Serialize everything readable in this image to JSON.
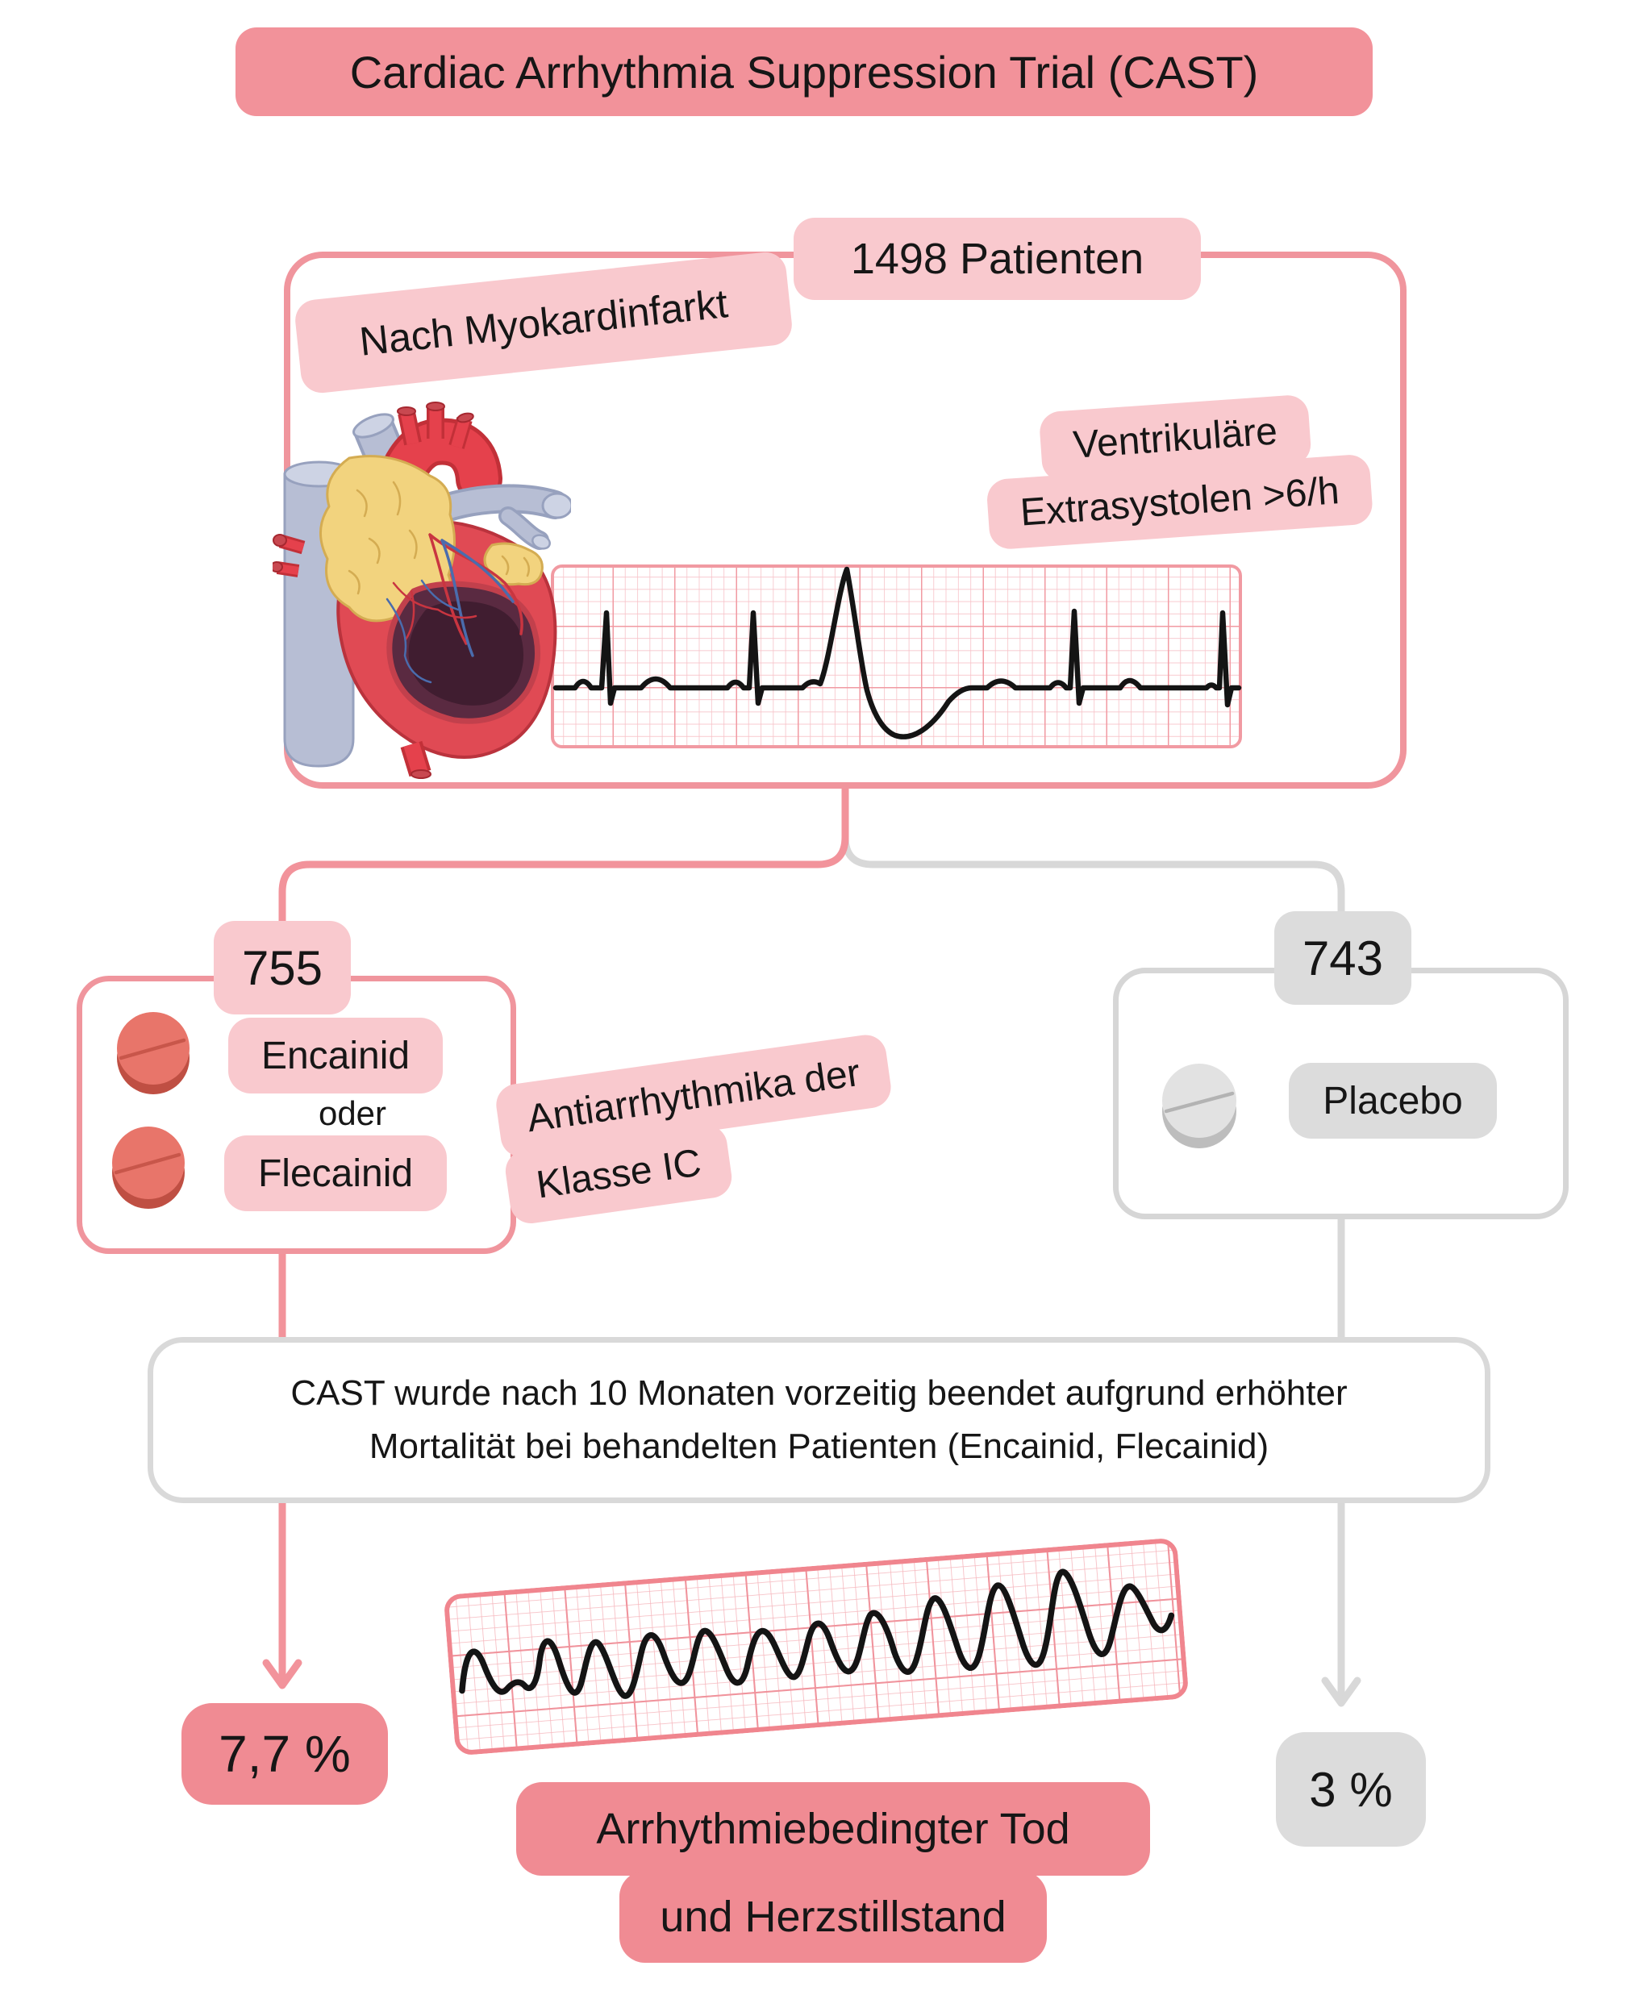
{
  "title": "Cardiac Arrhythmia Suppression Trial (CAST)",
  "colors": {
    "salmon": "#F2929A",
    "salmon_deep": "#F08B93",
    "pink_light": "#F9C9CE",
    "pink_border": "#F0959D",
    "pink_line": "#F2939B",
    "gray_badge": "#DCDCDC",
    "gray_line": "#D8D8D8",
    "ink": "#161616"
  },
  "enrollment": {
    "patients_badge": "1498 Patienten",
    "history_label": "Nach Myokardinfarkt",
    "criteria": {
      "line1": "Ventrikuläre",
      "line2": "Extrasystolen >6/h"
    }
  },
  "treatment_arm": {
    "count": "755",
    "drug_option_1": "Encainid",
    "conjunction": "oder",
    "drug_option_2": "Flecainid",
    "class_note": {
      "line1": "Antiarrhythmika der",
      "line2": "Klasse IC"
    },
    "mortality": "7,7 %"
  },
  "placebo_arm": {
    "count": "743",
    "drug": "Placebo",
    "mortality": "3 %"
  },
  "termination_note": {
    "line1": "CAST wurde nach 10 Monaten vorzeitig beendet aufgrund erhöhter",
    "line2": "Mortalität bei behandelten Patienten (Encainid, Flecainid)"
  },
  "outcome_label": {
    "line1": "Arrhythmiebedingter Tod",
    "line2": "und Herzstillstand"
  },
  "icons": {
    "heart": "anatomical-heart-illustration",
    "ecg_top": "ecg-sinus-rhythm-with-pvc-strip",
    "ecg_bottom": "ecg-ventricular-arrhythmia-strip",
    "red_pill": "red-tablet",
    "gray_pill": "gray-tablet",
    "pink_arrow": "arrow-down-pink",
    "gray_arrow": "arrow-down-gray"
  }
}
